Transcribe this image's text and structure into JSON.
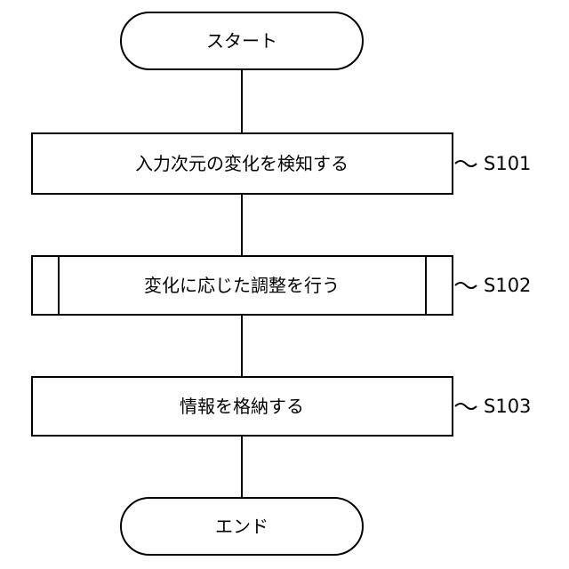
{
  "flowchart": {
    "start_label": "スタート",
    "end_label": "エンド",
    "steps": [
      {
        "id": "S101",
        "label": "入力次元の変化を検知する",
        "kind": "process"
      },
      {
        "id": "S102",
        "label": "変化に応じた調整を行う",
        "kind": "predefined-process"
      },
      {
        "id": "S103",
        "label": "情報を格納する",
        "kind": "process"
      }
    ]
  }
}
